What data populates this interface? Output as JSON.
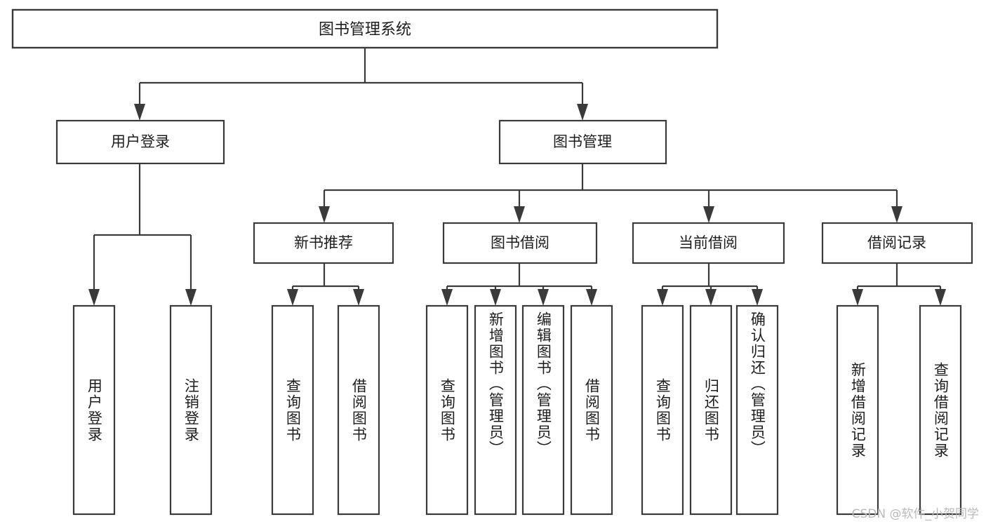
{
  "diagram": {
    "title": "图书管理系统",
    "type": "tree",
    "orientation": "top-down",
    "style": {
      "background": "#ffffff",
      "box_fill": "#ffffff",
      "box_stroke": "#3a3a3a",
      "text_color": "#1d1d1d",
      "watermark_color": "#b9b9b9"
    },
    "root": {
      "id": "root",
      "label": "图书管理系统"
    },
    "level2": [
      {
        "id": "user-login",
        "label": "用户登录"
      },
      {
        "id": "book-manage",
        "label": "图书管理"
      }
    ],
    "level3": [
      {
        "id": "new-book-rec",
        "label": "新书推荐",
        "parent": "book-manage"
      },
      {
        "id": "book-borrow",
        "label": "图书借阅",
        "parent": "book-manage"
      },
      {
        "id": "current-borrow",
        "label": "当前借阅",
        "parent": "book-manage"
      },
      {
        "id": "borrow-record",
        "label": "借阅记录",
        "parent": "book-manage"
      }
    ],
    "leaves": [
      {
        "id": "leaf-user-login",
        "label": "用户登录",
        "parent": "user-login"
      },
      {
        "id": "leaf-user-logout",
        "label": "注销登录",
        "parent": "user-login"
      },
      {
        "id": "leaf-query-book-rec",
        "label": "查询图书",
        "parent": "new-book-rec"
      },
      {
        "id": "leaf-borrow-book-rec",
        "label": "借阅图书",
        "parent": "new-book-rec"
      },
      {
        "id": "leaf-query-book-borrow",
        "label": "查询图书",
        "parent": "book-borrow"
      },
      {
        "id": "leaf-add-book",
        "label": "新增图书（管理员）",
        "parent": "book-borrow"
      },
      {
        "id": "leaf-edit-book",
        "label": "编辑图书（管理员）",
        "parent": "book-borrow"
      },
      {
        "id": "leaf-borrow-book",
        "label": "借阅图书",
        "parent": "book-borrow"
      },
      {
        "id": "leaf-query-book-current",
        "label": "查询图书",
        "parent": "current-borrow"
      },
      {
        "id": "leaf-return-book",
        "label": "归还图书",
        "parent": "current-borrow"
      },
      {
        "id": "leaf-confirm-return",
        "label": "确认归还（管理员）",
        "parent": "current-borrow"
      },
      {
        "id": "leaf-add-record",
        "label": "新增借阅记录",
        "parent": "borrow-record"
      },
      {
        "id": "leaf-query-record",
        "label": "查询借阅记录",
        "parent": "borrow-record"
      }
    ]
  },
  "watermark": {
    "text": "CSDN @软件_小贺同学"
  }
}
